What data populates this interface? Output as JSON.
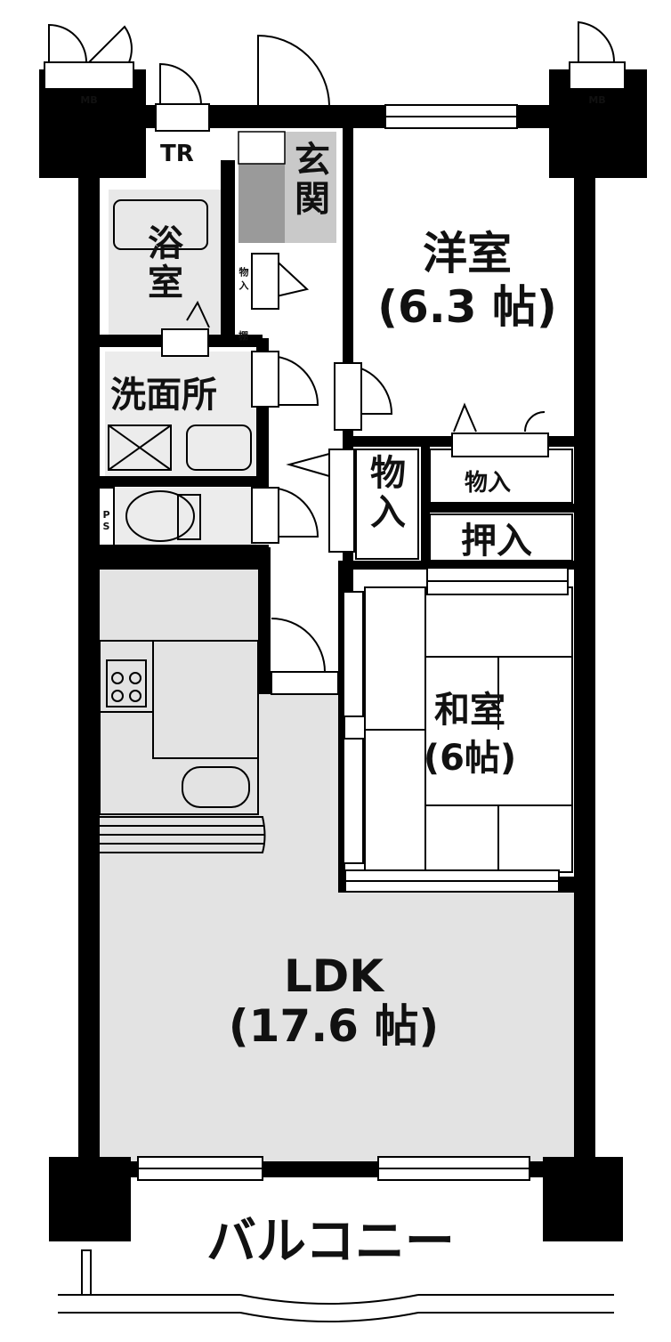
{
  "rooms": {
    "western": {
      "name": "洋室",
      "size": "(6.3 帖)"
    },
    "japanese": {
      "name": "和室",
      "size": "(6帖)"
    },
    "ldk": {
      "name": "LDK",
      "size": "(17.6 帖)"
    },
    "bath": {
      "name": "浴室"
    },
    "washroom": {
      "name": "洗面所"
    },
    "entrance": {
      "name": "玄関"
    },
    "closet_center": {
      "name": "物入"
    },
    "closet_right": {
      "name": "物入"
    },
    "closet_small": {
      "name": "物入"
    },
    "oshiire": {
      "name": "押入"
    },
    "shelf": {
      "name": "棚"
    },
    "balcony": {
      "name": "バルコニー"
    }
  },
  "fixtures": {
    "meter_box_left": "MB",
    "meter_box_right": "MB",
    "trunk_room": "TR",
    "pipe_space": "PS"
  },
  "colors": {
    "wall": "#000000",
    "floor_ldk": "#e3e3e3",
    "floor_wet": "#e8e8e8",
    "floor_white": "#ffffff"
  }
}
